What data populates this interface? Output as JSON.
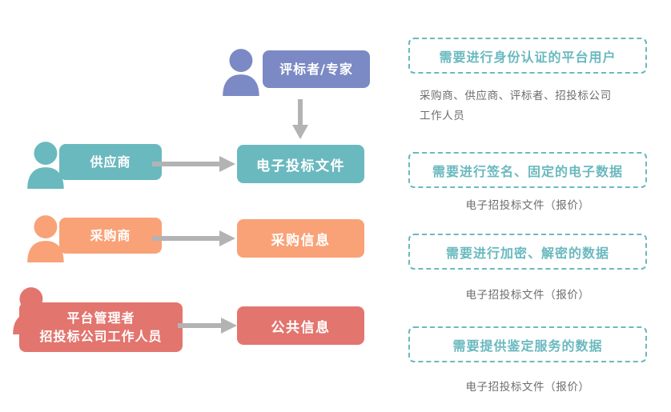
{
  "palette": {
    "purple": "#7b8ac4",
    "teal": "#6ab9bf",
    "orange": "#f9a277",
    "red": "#e3756f",
    "arrow_gray": "#b3b3b3",
    "dashed_border": "#6ab9bf",
    "note_text": "#6d6d6d",
    "background": "#ffffff"
  },
  "actors": [
    {
      "id": "expert",
      "icon": "person-icon",
      "lines": [
        "评标者/专家"
      ],
      "color": "#7b8ac4"
    },
    {
      "id": "supplier",
      "icon": "person-icon",
      "lines": [
        "供应商"
      ],
      "color": "#6ab9bf"
    },
    {
      "id": "purchaser",
      "icon": "person-icon",
      "lines": [
        "采购商"
      ],
      "color": "#f9a277"
    },
    {
      "id": "platform-admin",
      "icon": "person-icon",
      "lines": [
        "平台管理者",
        "招投标公司工作人员"
      ],
      "color": "#e3756f"
    }
  ],
  "artifacts": [
    {
      "id": "bid-doc",
      "label": "电子投标文件",
      "color": "#6ab9bf"
    },
    {
      "id": "purchase-info",
      "label": "采购信息",
      "color": "#f9a277"
    },
    {
      "id": "public-info",
      "label": "公共信息",
      "color": "#e3756f"
    }
  ],
  "arrows": [
    {
      "id": "expert-to-bid-doc",
      "direction": "down"
    },
    {
      "id": "supplier-to-bid-doc",
      "direction": "right"
    },
    {
      "id": "purchaser-to-purchase-info",
      "direction": "right"
    },
    {
      "id": "admin-to-public-info",
      "direction": "right"
    }
  ],
  "callouts": [
    {
      "id": "identity-authentication",
      "title": "需要进行身份认证的平台用户",
      "note": "采购商、供应商、评标者、招投标公司\n工作人员",
      "note_align": "left"
    },
    {
      "id": "signature-fixation",
      "title": "需要进行签名、固定的电子数据",
      "note": "电子招投标文件（报价）",
      "note_align": "center"
    },
    {
      "id": "encryption-decryption",
      "title": "需要进行加密、解密的数据",
      "note": "电子招投标文件（报价）",
      "note_align": "center"
    },
    {
      "id": "forensic-service",
      "title": "需要提供鉴定服务的数据",
      "note": "电子招投标文件（报价）",
      "note_align": "center"
    }
  ]
}
